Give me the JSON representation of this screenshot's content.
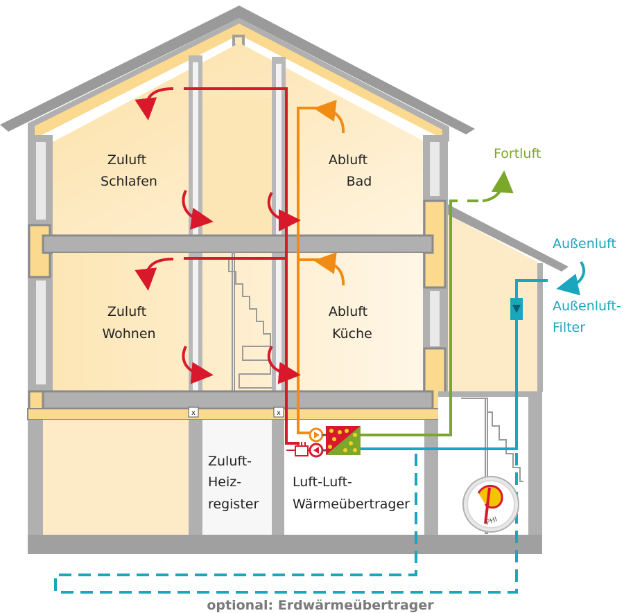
{
  "colors": {
    "supply": "#d8192c",
    "extract": "#f08c14",
    "exhaust": "#7ba72a",
    "outdoor": "#1aa6bd",
    "wall": "#a8a8a8",
    "wall_dark": "#8a8a8a",
    "room": "#fde8bd",
    "insulation": "#fbd98e"
  },
  "labels": {
    "zuluft_schlafen": [
      "Zuluft",
      "Schlafen"
    ],
    "abluft_bad": [
      "Abluft",
      "Bad"
    ],
    "zuluft_wohnen": [
      "Zuluft",
      "Wohnen"
    ],
    "abluft_kueche": [
      "Abluft",
      "Küche"
    ],
    "fortluft": "Fortluft",
    "aussenluft": "Außenluft",
    "aussenluft_filter": [
      "Außenluft-",
      "Filter"
    ],
    "heizregister": [
      "Zuluft-",
      "Heiz-",
      "register"
    ],
    "waermeuebertrager": [
      "Luft-Luft-",
      "Wärmeübertrager"
    ],
    "erdwaerme": "optional: Erdwärmeübertrager",
    "logo_text": "PHI"
  }
}
